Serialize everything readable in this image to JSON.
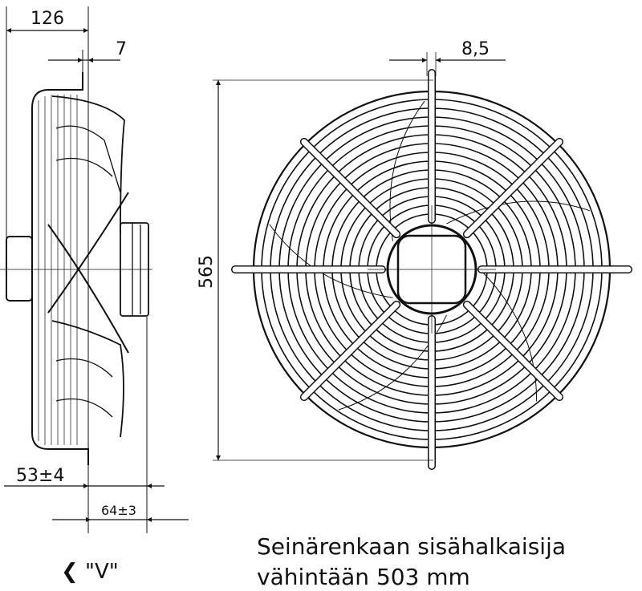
{
  "dimensions": {
    "side_width": "126",
    "flange_thickness": "7",
    "spoke_width": "8,5",
    "overall_height": "565",
    "motor_offset": "53±4",
    "hub_depth": "64±3"
  },
  "view_label": "❮ \"V\"",
  "caption": {
    "line1": "Seinärenkaan sisähalkaisija",
    "line2": "vähintään 503 mm"
  },
  "colors": {
    "line": "#111111",
    "background": "#ffffff"
  }
}
